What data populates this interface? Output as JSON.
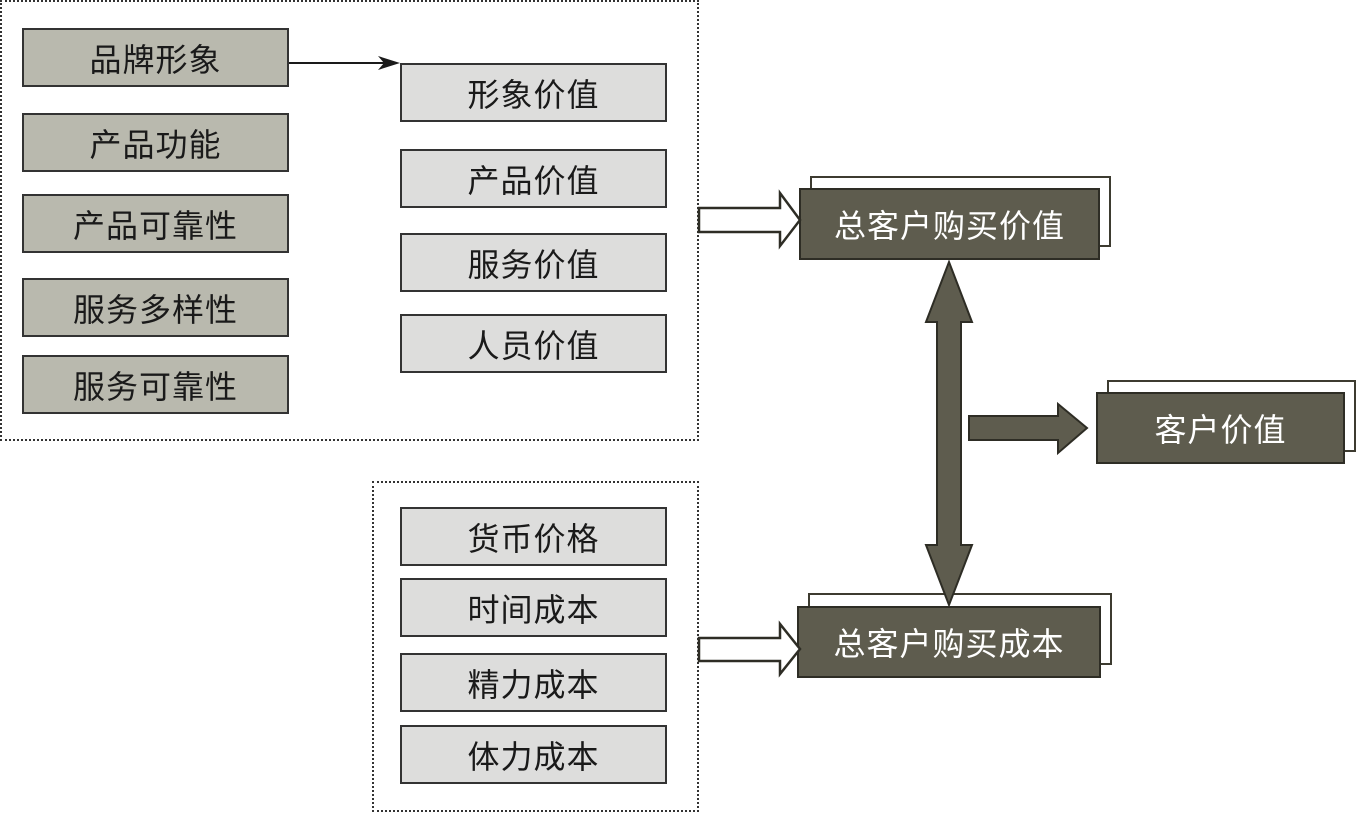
{
  "value_group": {
    "factors": [
      "品牌形象",
      "产品功能",
      "产品可靠性",
      "服务多样性",
      "服务可靠性"
    ],
    "values": [
      "形象价值",
      "产品价值",
      "服务价值",
      "人员价值"
    ]
  },
  "cost_group": {
    "costs": [
      "货币价格",
      "时间成本",
      "精力成本",
      "体力成本"
    ]
  },
  "results": {
    "total_value": "总客户购买价值",
    "customer_value": "客户价值",
    "total_cost": "总客户购买成本"
  },
  "colors": {
    "factor_fill": "#b9b9ae",
    "value_fill": "#dddddc",
    "result_fill": "#5e5c4e",
    "arrow_fill": "#5e5c4e"
  }
}
